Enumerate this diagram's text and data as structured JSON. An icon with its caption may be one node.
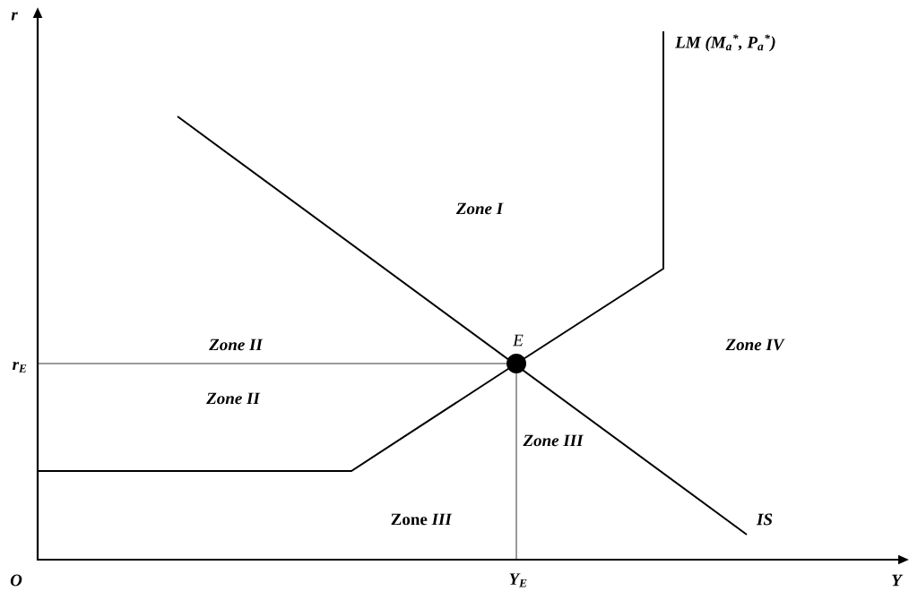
{
  "diagram": {
    "labels": [
      "r",
      "LM (M$_{a}$$^{*}$, P$_{a}$$^{*}$)",
      "Zone I",
      "r$_{E}$",
      "Zone  II",
      "E",
      "Zone  IV",
      "Zone II",
      "Zone III",
      "Zone *III*",
      "IS",
      "O",
      "Y$_{E}$",
      "Y"
    ]
  }
}
